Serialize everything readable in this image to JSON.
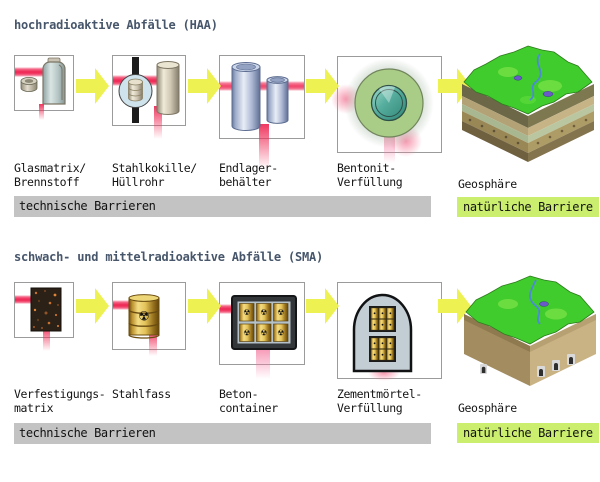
{
  "diagram_title": "Barriers of radioactive waste disposal (German)",
  "colors": {
    "arrow_yellow": "#edf151",
    "beam_red": "#ef2d58",
    "title_blue_gray": "#47566b",
    "technical_bar_bg": "#c3c3c3",
    "natural_badge_bg": "#cbee6f",
    "box_border": "#9b9b9b",
    "geosphere_green": "#3fcc2c"
  },
  "rows": [
    {
      "title": "hochradioaktive Abfälle (HAA)",
      "steps": [
        {
          "label": "Glasmatrix/\nBrennstoff",
          "icon": "glass-matrix-and-fuel"
        },
        {
          "label": "Stahlkokille/\nHüllrohr",
          "icon": "steel-mold-and-cladding-tube"
        },
        {
          "label": "Endlager-\nbehälter",
          "icon": "disposal-canisters"
        },
        {
          "label": "Bentonit-\nVerfüllung",
          "icon": "bentonite-backfill"
        }
      ],
      "geosphere_label": "Geosphäre",
      "technical_label": "technische Barrieren",
      "natural_label": "natürliche Barriere"
    },
    {
      "title": "schwach- und mittelradioaktive Abfälle (SMA)",
      "steps": [
        {
          "label": "Verfestigungs-\nmatrix",
          "icon": "solidification-matrix"
        },
        {
          "label": "Stahlfass",
          "icon": "steel-drum"
        },
        {
          "label": "Beton-\ncontainer",
          "icon": "concrete-container"
        },
        {
          "label": "Zementmörtel-\nVerfüllung",
          "icon": "cement-mortar-tunnel"
        }
      ],
      "geosphere_label": "Geosphäre",
      "technical_label": "technische Barrieren",
      "natural_label": "natürliche Barriere"
    }
  ]
}
